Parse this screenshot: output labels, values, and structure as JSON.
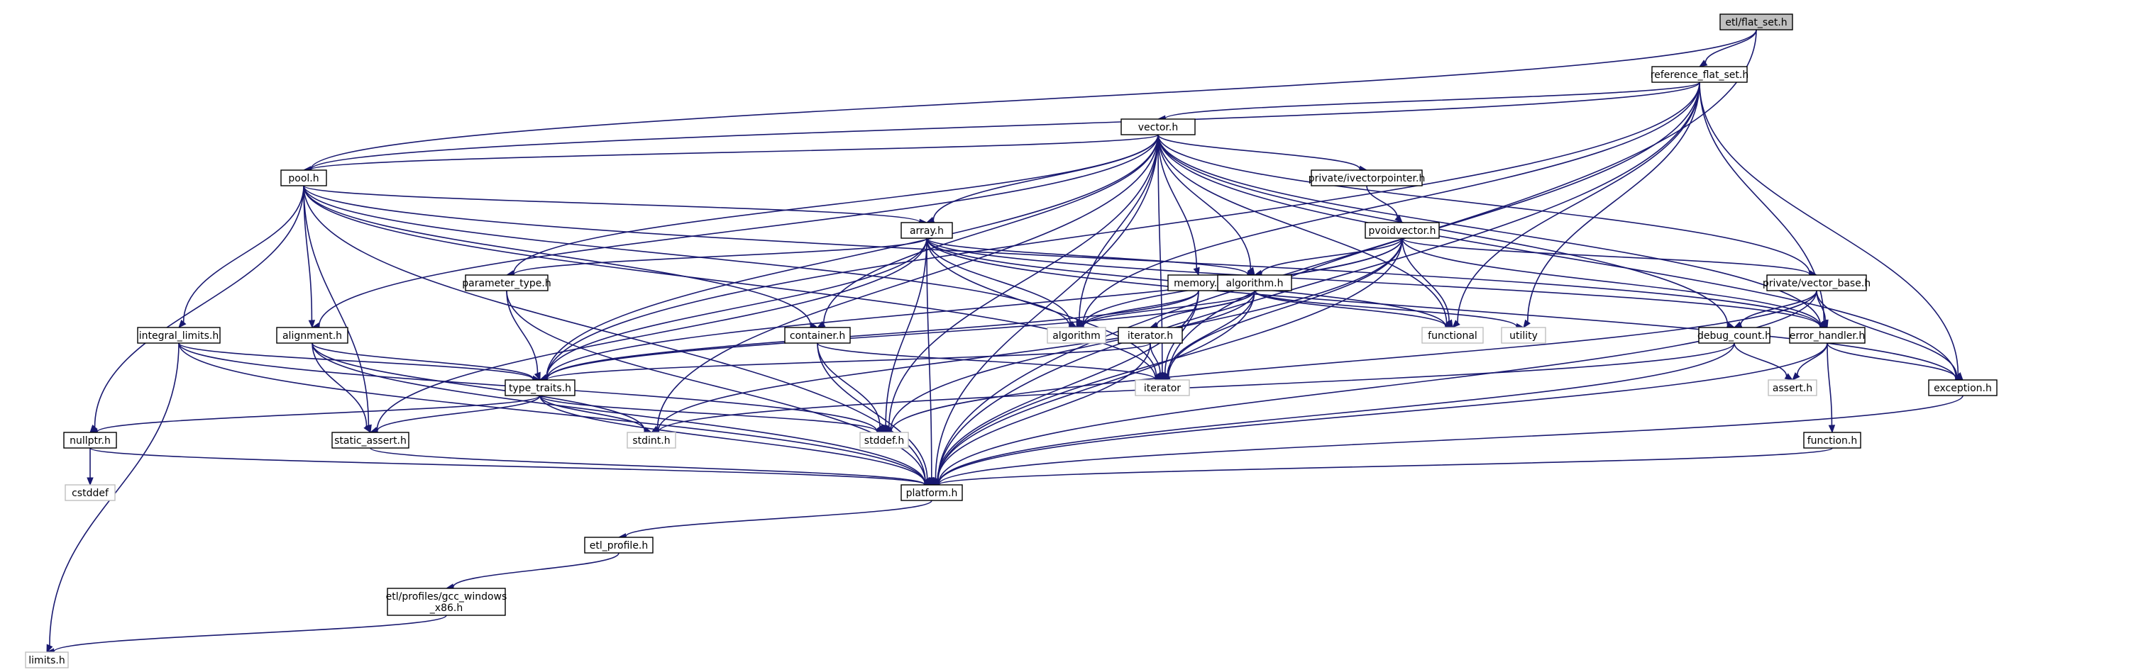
{
  "diagram": {
    "nodes": [
      {
        "id": "flat_set",
        "label": "etl/flat_set.h",
        "kind": "root"
      },
      {
        "id": "reference_flat_set",
        "label": "reference_flat_set.h",
        "kind": "header"
      },
      {
        "id": "vector",
        "label": "vector.h",
        "kind": "header"
      },
      {
        "id": "pool",
        "label": "pool.h",
        "kind": "header"
      },
      {
        "id": "ivectorpointer",
        "label": "private/ivectorpointer.h",
        "kind": "header"
      },
      {
        "id": "pvoidvector",
        "label": "pvoidvector.h",
        "kind": "header"
      },
      {
        "id": "array",
        "label": "array.h",
        "kind": "header"
      },
      {
        "id": "parameter_type",
        "label": "parameter_type.h",
        "kind": "header"
      },
      {
        "id": "memory",
        "label": "memory.h",
        "kind": "header"
      },
      {
        "id": "algorithm_h",
        "label": "algorithm.h",
        "kind": "header"
      },
      {
        "id": "vector_base",
        "label": "private/vector_base.h",
        "kind": "header"
      },
      {
        "id": "integral_limits",
        "label": "integral_limits.h",
        "kind": "header"
      },
      {
        "id": "alignment",
        "label": "alignment.h",
        "kind": "header"
      },
      {
        "id": "container",
        "label": "container.h",
        "kind": "header"
      },
      {
        "id": "iterator_h",
        "label": "iterator.h",
        "kind": "header"
      },
      {
        "id": "algorithm_std",
        "label": "algorithm",
        "kind": "external"
      },
      {
        "id": "functional",
        "label": "functional",
        "kind": "external"
      },
      {
        "id": "utility",
        "label": "utility",
        "kind": "external"
      },
      {
        "id": "debug_count",
        "label": "debug_count.h",
        "kind": "header"
      },
      {
        "id": "error_handler",
        "label": "error_handler.h",
        "kind": "header"
      },
      {
        "id": "type_traits",
        "label": "type_traits.h",
        "kind": "header"
      },
      {
        "id": "iterator_std",
        "label": "iterator",
        "kind": "external"
      },
      {
        "id": "assert_h",
        "label": "assert.h",
        "kind": "external"
      },
      {
        "id": "exception",
        "label": "exception.h",
        "kind": "header"
      },
      {
        "id": "nullptr",
        "label": "nullptr.h",
        "kind": "header"
      },
      {
        "id": "static_assert",
        "label": "static_assert.h",
        "kind": "header"
      },
      {
        "id": "stdint",
        "label": "stdint.h",
        "kind": "external"
      },
      {
        "id": "stddef",
        "label": "stddef.h",
        "kind": "external"
      },
      {
        "id": "function",
        "label": "function.h",
        "kind": "header"
      },
      {
        "id": "cstddef",
        "label": "cstddef",
        "kind": "external"
      },
      {
        "id": "platform",
        "label": "platform.h",
        "kind": "header"
      },
      {
        "id": "etl_profile",
        "label": "etl_profile.h",
        "kind": "header"
      },
      {
        "id": "gcc_windows",
        "label": "etl/profiles/gcc_windows\n_x86.h",
        "kind": "header"
      },
      {
        "id": "limits",
        "label": "limits.h",
        "kind": "external"
      }
    ],
    "edges": [
      [
        "flat_set",
        "reference_flat_set"
      ],
      [
        "flat_set",
        "pool"
      ],
      [
        "flat_set",
        "platform"
      ],
      [
        "reference_flat_set",
        "vector"
      ],
      [
        "reference_flat_set",
        "pool"
      ],
      [
        "reference_flat_set",
        "type_traits"
      ],
      [
        "reference_flat_set",
        "algorithm_std"
      ],
      [
        "reference_flat_set",
        "functional"
      ],
      [
        "reference_flat_set",
        "utility"
      ],
      [
        "reference_flat_set",
        "iterator_std"
      ],
      [
        "reference_flat_set",
        "error_handler"
      ],
      [
        "reference_flat_set",
        "exception"
      ],
      [
        "reference_flat_set",
        "platform"
      ],
      [
        "vector",
        "pool"
      ],
      [
        "vector",
        "ivectorpointer"
      ],
      [
        "vector",
        "array"
      ],
      [
        "vector",
        "parameter_type"
      ],
      [
        "vector",
        "memory"
      ],
      [
        "vector",
        "algorithm_h"
      ],
      [
        "vector",
        "vector_base"
      ],
      [
        "vector",
        "alignment"
      ],
      [
        "vector",
        "container"
      ],
      [
        "vector",
        "algorithm_std"
      ],
      [
        "vector",
        "functional"
      ],
      [
        "vector",
        "debug_count"
      ],
      [
        "vector",
        "error_handler"
      ],
      [
        "vector",
        "exception"
      ],
      [
        "vector",
        "type_traits"
      ],
      [
        "vector",
        "iterator_std"
      ],
      [
        "vector",
        "stdint"
      ],
      [
        "vector",
        "stddef"
      ],
      [
        "vector",
        "platform"
      ],
      [
        "pool",
        "array"
      ],
      [
        "pool",
        "integral_limits"
      ],
      [
        "pool",
        "alignment"
      ],
      [
        "pool",
        "container"
      ],
      [
        "pool",
        "algorithm_std"
      ],
      [
        "pool",
        "error_handler"
      ],
      [
        "pool",
        "nullptr"
      ],
      [
        "pool",
        "static_assert"
      ],
      [
        "pool",
        "iterator_std"
      ],
      [
        "pool",
        "platform"
      ],
      [
        "ivectorpointer",
        "pvoidvector"
      ],
      [
        "pvoidvector",
        "algorithm_h"
      ],
      [
        "pvoidvector",
        "vector_base"
      ],
      [
        "pvoidvector",
        "algorithm_std"
      ],
      [
        "pvoidvector",
        "functional"
      ],
      [
        "pvoidvector",
        "error_handler"
      ],
      [
        "pvoidvector",
        "type_traits"
      ],
      [
        "pvoidvector",
        "iterator_std"
      ],
      [
        "pvoidvector",
        "stddef"
      ],
      [
        "pvoidvector",
        "platform"
      ],
      [
        "array",
        "parameter_type"
      ],
      [
        "array",
        "algorithm_h"
      ],
      [
        "array",
        "algorithm_std"
      ],
      [
        "array",
        "functional"
      ],
      [
        "array",
        "type_traits"
      ],
      [
        "array",
        "iterator_std"
      ],
      [
        "array",
        "error_handler"
      ],
      [
        "array",
        "exception"
      ],
      [
        "array",
        "static_assert"
      ],
      [
        "array",
        "stddef"
      ],
      [
        "array",
        "platform"
      ],
      [
        "parameter_type",
        "type_traits"
      ],
      [
        "parameter_type",
        "platform"
      ],
      [
        "memory",
        "algorithm_std"
      ],
      [
        "memory",
        "type_traits"
      ],
      [
        "memory",
        "iterator_std"
      ],
      [
        "memory",
        "platform"
      ],
      [
        "algorithm_h",
        "iterator_h"
      ],
      [
        "algorithm_h",
        "algorithm_std"
      ],
      [
        "algorithm_h",
        "functional"
      ],
      [
        "algorithm_h",
        "utility"
      ],
      [
        "algorithm_h",
        "type_traits"
      ],
      [
        "algorithm_h",
        "iterator_std"
      ],
      [
        "algorithm_h",
        "stdint"
      ],
      [
        "algorithm_h",
        "platform"
      ],
      [
        "vector_base",
        "debug_count"
      ],
      [
        "vector_base",
        "error_handler"
      ],
      [
        "vector_base",
        "exception"
      ],
      [
        "vector_base",
        "stddef"
      ],
      [
        "vector_base",
        "platform"
      ],
      [
        "integral_limits",
        "type_traits"
      ],
      [
        "integral_limits",
        "stddef"
      ],
      [
        "integral_limits",
        "limits"
      ],
      [
        "integral_limits",
        "platform"
      ],
      [
        "alignment",
        "type_traits"
      ],
      [
        "alignment",
        "static_assert"
      ],
      [
        "alignment",
        "stdint"
      ],
      [
        "alignment",
        "platform"
      ],
      [
        "container",
        "iterator_std"
      ],
      [
        "container",
        "stddef"
      ],
      [
        "container",
        "platform"
      ],
      [
        "iterator_h",
        "iterator_std"
      ],
      [
        "iterator_h",
        "type_traits"
      ],
      [
        "iterator_h",
        "platform"
      ],
      [
        "debug_count",
        "stdint"
      ],
      [
        "debug_count",
        "assert_h"
      ],
      [
        "debug_count",
        "platform"
      ],
      [
        "error_handler",
        "exception"
      ],
      [
        "error_handler",
        "function"
      ],
      [
        "error_handler",
        "assert_h"
      ],
      [
        "error_handler",
        "platform"
      ],
      [
        "type_traits",
        "nullptr"
      ],
      [
        "type_traits",
        "static_assert"
      ],
      [
        "type_traits",
        "stddef"
      ],
      [
        "type_traits",
        "stdint"
      ],
      [
        "type_traits",
        "platform"
      ],
      [
        "exception",
        "platform"
      ],
      [
        "nullptr",
        "cstddef"
      ],
      [
        "nullptr",
        "platform"
      ],
      [
        "static_assert",
        "platform"
      ],
      [
        "function",
        "platform"
      ],
      [
        "platform",
        "etl_profile"
      ],
      [
        "etl_profile",
        "gcc_windows"
      ],
      [
        "gcc_windows",
        "limits"
      ]
    ]
  }
}
